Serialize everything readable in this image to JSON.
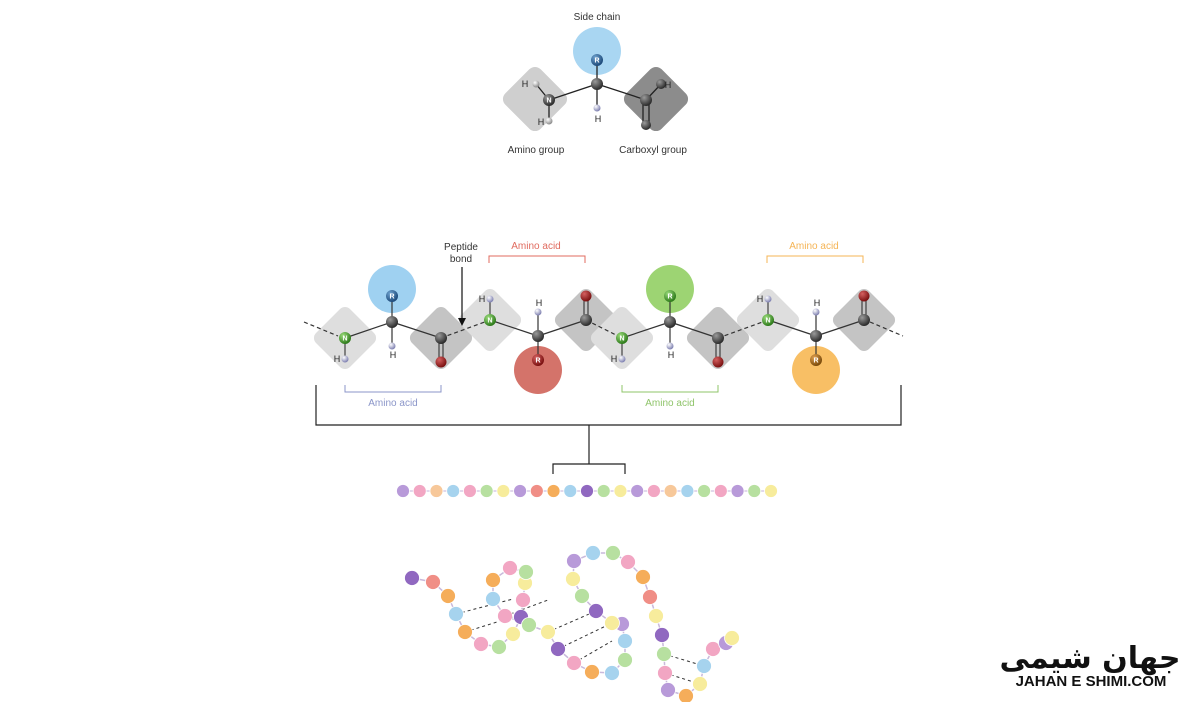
{
  "top": {
    "side_chain": "Side chain",
    "amino_group": "Amino group",
    "carboxyl_group": "Carboxyl group",
    "atoms": {
      "R": "R",
      "N": "N",
      "C": "C",
      "H": "H"
    }
  },
  "chain": {
    "peptide_bond": [
      "Peptide",
      "bond"
    ],
    "amino_acid_labels": [
      "Amino acid",
      "Amino acid",
      "Amino acid",
      "Amino acid"
    ],
    "bracket_colors": [
      "#8b96c9",
      "#e06b5f",
      "#8fc46a",
      "#f5b455"
    ],
    "side_chain_colors": [
      "#8ec9ee",
      "#cd5a50",
      "#8ccc5a",
      "#f7b44a"
    ]
  },
  "beads": {
    "palette": {
      "purple": "#b89ad9",
      "pink": "#f2a6c3",
      "peach": "#f7c89a",
      "blue": "#a6d3ee",
      "green": "#b7e0a0",
      "yellow": "#f7ec9c",
      "orange": "#f5ad5a",
      "dpurple": "#9068c0",
      "salmon": "#f08e86"
    },
    "strand": [
      "purple",
      "pink",
      "peach",
      "blue",
      "pink",
      "green",
      "yellow",
      "purple",
      "salmon",
      "orange",
      "blue",
      "dpurple",
      "green",
      "yellow",
      "purple",
      "pink",
      "peach",
      "blue",
      "green",
      "pink",
      "purple",
      "green",
      "yellow"
    ],
    "folded": [
      "dpurple",
      "salmon",
      "orange",
      "blue",
      "orange",
      "pink",
      "green",
      "yellow",
      "dpurple",
      "pink",
      "yellow",
      "green",
      "pink",
      "orange",
      "blue",
      "pink",
      "green",
      "yellow",
      "dpurple",
      "pink",
      "orange",
      "blue",
      "green",
      "blue",
      "purple",
      "yellow",
      "dpurple",
      "green",
      "yellow",
      "purple",
      "blue",
      "green",
      "pink",
      "orange",
      "salmon",
      "yellow",
      "dpurple",
      "green",
      "pink",
      "purple",
      "orange",
      "yellow",
      "blue",
      "pink",
      "purple",
      "yellow"
    ]
  },
  "logo": {
    "persian": "جهان شیمی",
    "english": "JAHAN E SHIMI.COM"
  }
}
